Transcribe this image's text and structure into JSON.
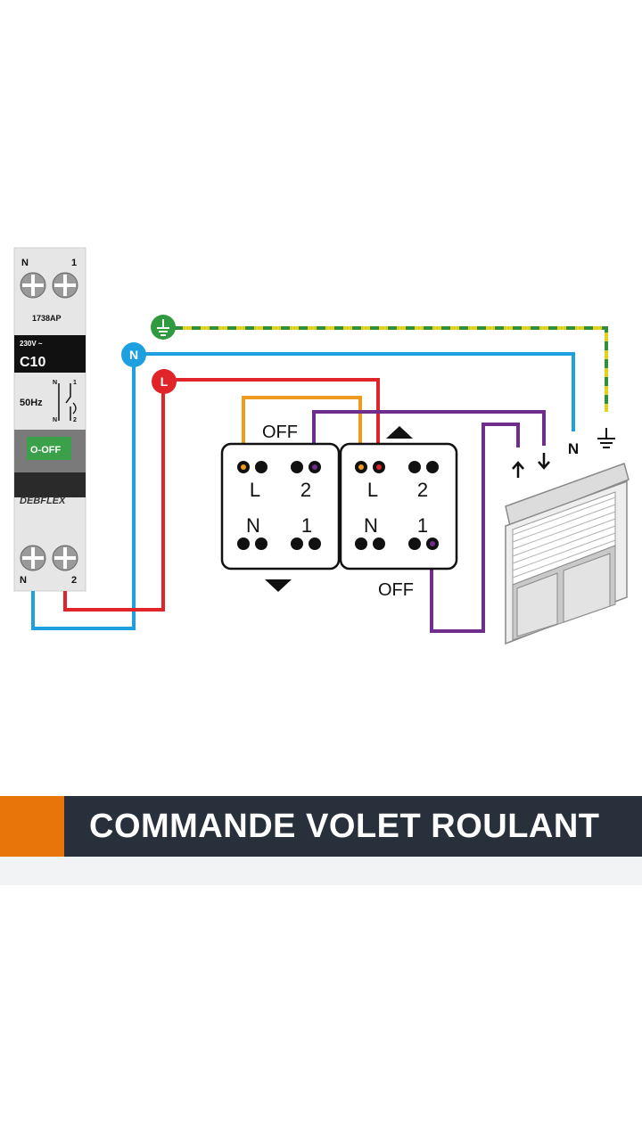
{
  "breaker": {
    "top_labels": [
      "N",
      "1"
    ],
    "model": "1738AP",
    "voltage": "230V ~",
    "rating": "C10",
    "frequency": "50Hz",
    "symbol_labels": [
      "N",
      "1",
      "N",
      "2"
    ],
    "switch_label": "O-OFF",
    "brand": "DEBFLEX",
    "bottom_labels": [
      "N",
      "2"
    ]
  },
  "wire_markers": {
    "earth": "",
    "neutral": "N",
    "live": "L"
  },
  "switch": {
    "off_top": "OFF",
    "off_bottom": "OFF",
    "left_module": {
      "terminals": [
        "L",
        "2",
        "N",
        "1"
      ]
    },
    "right_module": {
      "terminals": [
        "L",
        "2",
        "N",
        "1"
      ]
    }
  },
  "motor": {
    "neutral_label": "N"
  },
  "wire_colors": {
    "earth_yellow": "#e0d21c",
    "earth_green": "#2f8f3a",
    "neutral": "#1ea0e0",
    "live": "#e1232a",
    "orange": "#ee9a1e",
    "purple": "#6f2d8c"
  },
  "icons": [
    "earth-icon",
    "arrow-up-icon",
    "arrow-down-icon",
    "triangle-up-icon",
    "triangle-down-icon",
    "rolling-shutter-icon"
  ],
  "banner": {
    "title": "COMMANDE VOLET ROULANT",
    "accent_color": "#e8750a",
    "background": "#27303b"
  }
}
